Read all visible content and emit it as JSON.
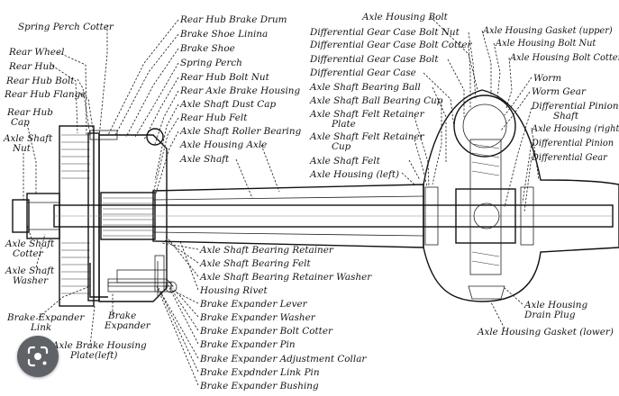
{
  "labels": {
    "spring_perch_cotter": "Spring Perch Cotter",
    "rear_wheel": "Rear Wheel",
    "rear_hub": "Rear Hub",
    "rear_hub_bolt": "Rear Hub Bolt",
    "rear_hub_flange": "Rear Hub Flange",
    "rear_hub_cap": [
      "Rear Hub",
      "Cap"
    ],
    "axle_shaft_nut": [
      "Axle Shaft",
      "Nut"
    ],
    "axle_shaft_cotter": [
      "Axle Shaft",
      "Cotter"
    ],
    "axle_shaft_washer": [
      "Axle Shaft",
      "Washer"
    ],
    "brake_expander_link": [
      "Brake Expander",
      "Link"
    ],
    "brake_expander": [
      "Brake",
      "Expander"
    ],
    "axle_brake_housing_plate": [
      "Axle Brake Housing",
      "Plate(left)"
    ],
    "rear_hub_brake_drum": "Rear Hub Brake Drum",
    "brake_shoe_lining": "Brake Shoe Linina",
    "brake_shoe": "Brake Shoe",
    "spring_perch": "Spring Perch",
    "rear_hub_bolt_nut": "Rear Hub Bolt Nut",
    "rear_axle_brake_housing": "Rear Axle Brake Housing",
    "axle_shaft_dust_cap": "Axle Shaft Dust Cap",
    "rear_hub_felt": "Rear Hub Felt",
    "axle_shaft_roller_bearing": "Axle Shaft Roller Bearing",
    "axle_housing_axle": "Axle Housing Axle",
    "axle_shaft": "Axle Shaft",
    "axle_housing_bolt": "Axle Housing Bolt",
    "diff_gear_case_bolt_nut": "Differential Gear Case Bolt Nut",
    "diff_gear_case_bolt_cotter": "Differential Gear Case Bolt Cotter",
    "diff_gear_case_bolt": "Differential Gear Case Bolt",
    "diff_gear_case": "Differential Gear Case",
    "axle_shaft_bearing_ball": "Axle Shaft Bearing Ball",
    "axle_shaft_ball_bearing_cup": "Axle Shaft Ball Bearing Cup",
    "axle_shaft_felt_retainer_plate": [
      "Axle Shaft Felt Retainer",
      "Plate"
    ],
    "axle_shaft_felt_retainer_cup": [
      "Axle Shaft Felt Retainer",
      "Cup"
    ],
    "axle_shaft_felt": "Axle Shaft Felt",
    "axle_housing_left": "Axle Housing (left)",
    "axle_housing_gasket_upper": "Axle Housing Gasket (upper)",
    "axle_housing_bolt_nut": "Axle Housing Bolt Nut",
    "axle_housing_bolt_cotter": "Axle Housing Bolt Cotter",
    "worm": "Worm",
    "worm_gear": "Worm Gear",
    "differential_pinion_shaft": [
      "Differential Pinion",
      "Shaft"
    ],
    "axle_housing_right": "Axle Housing (right)",
    "differential_pinion": "Differential Pinion",
    "differential_gear": "Differential Gear",
    "axle_shaft_bearing_retainer": "Axle Shaft Bearing Retainer",
    "axle_shaft_bearing_felt": "Axle Shaft Bearing Felt",
    "axle_shaft_bearing_retainer_washer": "Axle Shaft Bearing Retainer Washer",
    "housing_rivet": "Housing Rivet",
    "brake_expander_lever": "Brake Expander Lever",
    "brake_expander_washer": "Brake Expander Washer",
    "brake_expander_bolt_cotter": "Brake Expander Bolt Cotter",
    "brake_expander_pin": "Brake Expander Pin",
    "brake_expander_adjustment_collar": "Brake Expander Adjustment Collar",
    "brake_expander_link_pin": "Brake Expdnder Link Pin",
    "brake_expander_bushing": "Brake Expander Bushing",
    "axle_housing_drain_plug": [
      "Axle Housing",
      "Drain Plug"
    ],
    "axle_housing_gasket_lower": "Axle Housing Gasket (lower)"
  },
  "overlay": {
    "lens_icon": "google-lens-icon"
  }
}
